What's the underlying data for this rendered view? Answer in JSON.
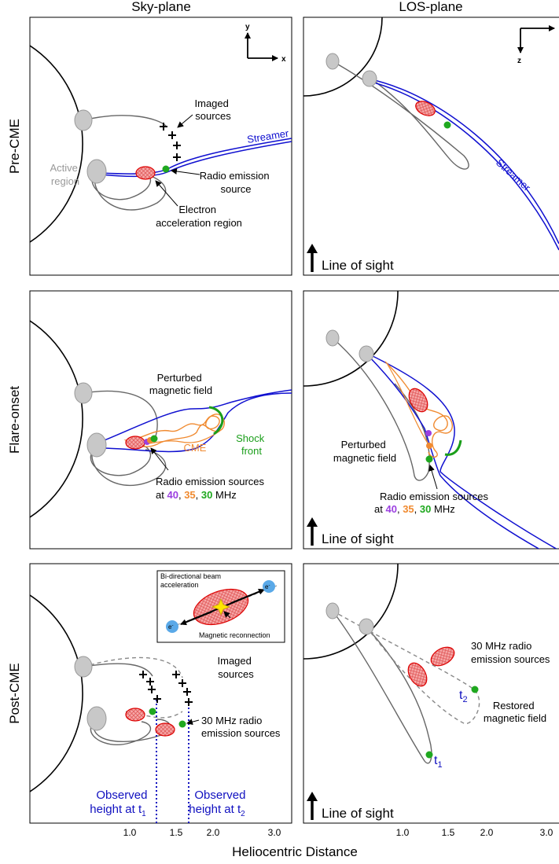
{
  "columns": {
    "sky": "Sky-plane",
    "los": "LOS-plane"
  },
  "rows": {
    "pre": "Pre-CME",
    "flare": "Flare-onset",
    "post": "Post-CME"
  },
  "axes": {
    "y": "y",
    "x": "x",
    "z": "z"
  },
  "x_axis": {
    "title": "Heliocentric Distance",
    "sky_ticks": [
      "1.0",
      "1.5",
      "2.0",
      "3.0"
    ],
    "los_ticks": [
      "1.0",
      "1.5",
      "2.0",
      "3.0"
    ]
  },
  "line_of_sight": "Line of sight",
  "pre": {
    "imaged_sources": [
      "Imaged",
      "sources"
    ],
    "streamer": "Streamer",
    "active_region": [
      "Active",
      "region"
    ],
    "radio_source": [
      "Radio emission",
      "source"
    ],
    "electron_region": [
      "Electron",
      "acceleration region"
    ],
    "los_streamer": "Streamer"
  },
  "flare": {
    "perturbed": [
      "Perturbed",
      "magnetic field"
    ],
    "cme": "CME",
    "shock": [
      "Shock",
      "front"
    ],
    "radio_line1": "Radio emission sources",
    "radio_at": "at",
    "f40": "40",
    "f35": "35",
    "f30": "30",
    "mhz": "MHz",
    "sep": ",",
    "los_perturbed": [
      "Perturbed",
      "magnetic field"
    ],
    "los_radio_line1": "Radio emission sources"
  },
  "post": {
    "inset_title": [
      "Bi-directional beam",
      "acceleration"
    ],
    "electron": "e",
    "electron_sup": "-",
    "reconnection": "Magnetic reconnection",
    "imaged_sources": [
      "Imaged",
      "sources"
    ],
    "radio_30": [
      "30 MHz radio",
      "emission sources"
    ],
    "observed1": [
      "Observed",
      "height at t"
    ],
    "observed2": [
      "Observed",
      "height at t"
    ],
    "sub1": "1",
    "sub2": "2",
    "los_radio_30": [
      "30 MHz radio",
      "emission sources"
    ],
    "t1": "t",
    "t2": "t",
    "restored": [
      "Restored",
      "magnetic field"
    ]
  },
  "colors": {
    "streamer": "#1010d0",
    "cme": "#f0a040",
    "shock": "#1a9e1a",
    "f40": "#9b3fe0",
    "f35": "#f08a30",
    "f30": "#1fa81f",
    "footpoint": "#c8c8c8",
    "electron": "#5aa9e8",
    "observed": "#1010c0"
  }
}
